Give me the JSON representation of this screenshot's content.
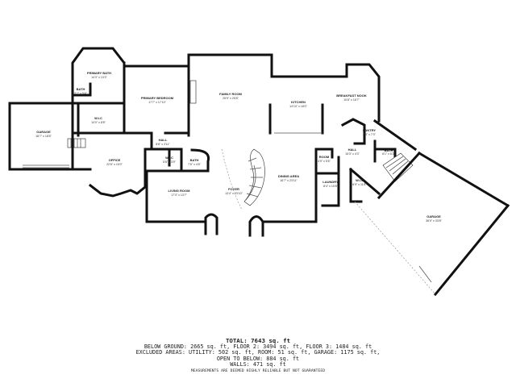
{
  "rooms": [
    {
      "id": "garage-left",
      "name": "GARAGE",
      "dims": "18'7\" x 18'6\""
    },
    {
      "id": "primary-bath",
      "name": "PRIMARY BATH",
      "dims": "14'3\" x 13'3\""
    },
    {
      "id": "bath-small",
      "name": "BATH",
      "dims": "5'2\" x 5'4\""
    },
    {
      "id": "wic-primary",
      "name": "W.I.C",
      "dims": "14'0\" x 8'8\""
    },
    {
      "id": "primary-bedroom",
      "name": "PRIMARY BEDROOM",
      "dims": "17'7\" x 17'10\""
    },
    {
      "id": "family-room",
      "name": "FAMILY ROOM",
      "dims": "25'5\" x 25'8\""
    },
    {
      "id": "kitchen",
      "name": "KITCHEN",
      "dims": "14'10\" x 18'0\""
    },
    {
      "id": "breakfast-nook",
      "name": "BREAKFAST NOOK",
      "dims": "10'8\" x 16'7\""
    },
    {
      "id": "pantry",
      "name": "PANTRY",
      "dims": "8'4\" x 7'3\""
    },
    {
      "id": "bath-east",
      "name": "BATH",
      "dims": "6'1\" x 6'2\""
    },
    {
      "id": "hall-west",
      "name": "HALL",
      "dims": "8'8\" x 3'11\""
    },
    {
      "id": "office",
      "name": "OFFICE",
      "dims": "22'6\" x 15'0\""
    },
    {
      "id": "wic-hall",
      "name": "W.I.C",
      "dims": "5'8\" x 3'9\""
    },
    {
      "id": "bath-hall",
      "name": "BATH",
      "dims": "7'6\" x 4'8\""
    },
    {
      "id": "living-room",
      "name": "LIVING ROOM",
      "dims": "17'3\" x 13'7\""
    },
    {
      "id": "foyer",
      "name": "FOYER",
      "dims": "13'4\" x 23'10\""
    },
    {
      "id": "dining-area",
      "name": "DINING AREA",
      "dims": "16'7\" x 23'11\""
    },
    {
      "id": "room",
      "name": "ROOM",
      "dims": "4'9\" x 5'6\""
    },
    {
      "id": "hall-east",
      "name": "HALL",
      "dims": "15'3\" x 4'3\""
    },
    {
      "id": "laundry",
      "name": "LAUNDRY",
      "dims": "8'4\" x 10'8\""
    },
    {
      "id": "wic-east",
      "name": "W.I.C",
      "dims": "6'9\" x 11'8\""
    },
    {
      "id": "garage-right",
      "name": "GARAGE",
      "dims": "36'0\" x 33'8\""
    }
  ],
  "summary": {
    "total": "TOTAL: 7643 sq. ft",
    "line1": "BELOW GROUND: 2665 sq. ft, FLOOR 2: 3494 sq. ft, FLOOR 3: 1484 sq. ft",
    "line2": "EXCLUDED AREAS: UTILITY: 502 sq. ft, ROOM: 51 sq. ft, GARAGE: 1175 sq. ft,",
    "line3": "OPEN TO BELOW: 884 sq. ft",
    "line4": "WALLS: 471 sq. ft",
    "disclaimer": "MEASUREMENTS ARE DEEMED HIGHLY RELIABLE BUT NOT GUARANTEED"
  }
}
